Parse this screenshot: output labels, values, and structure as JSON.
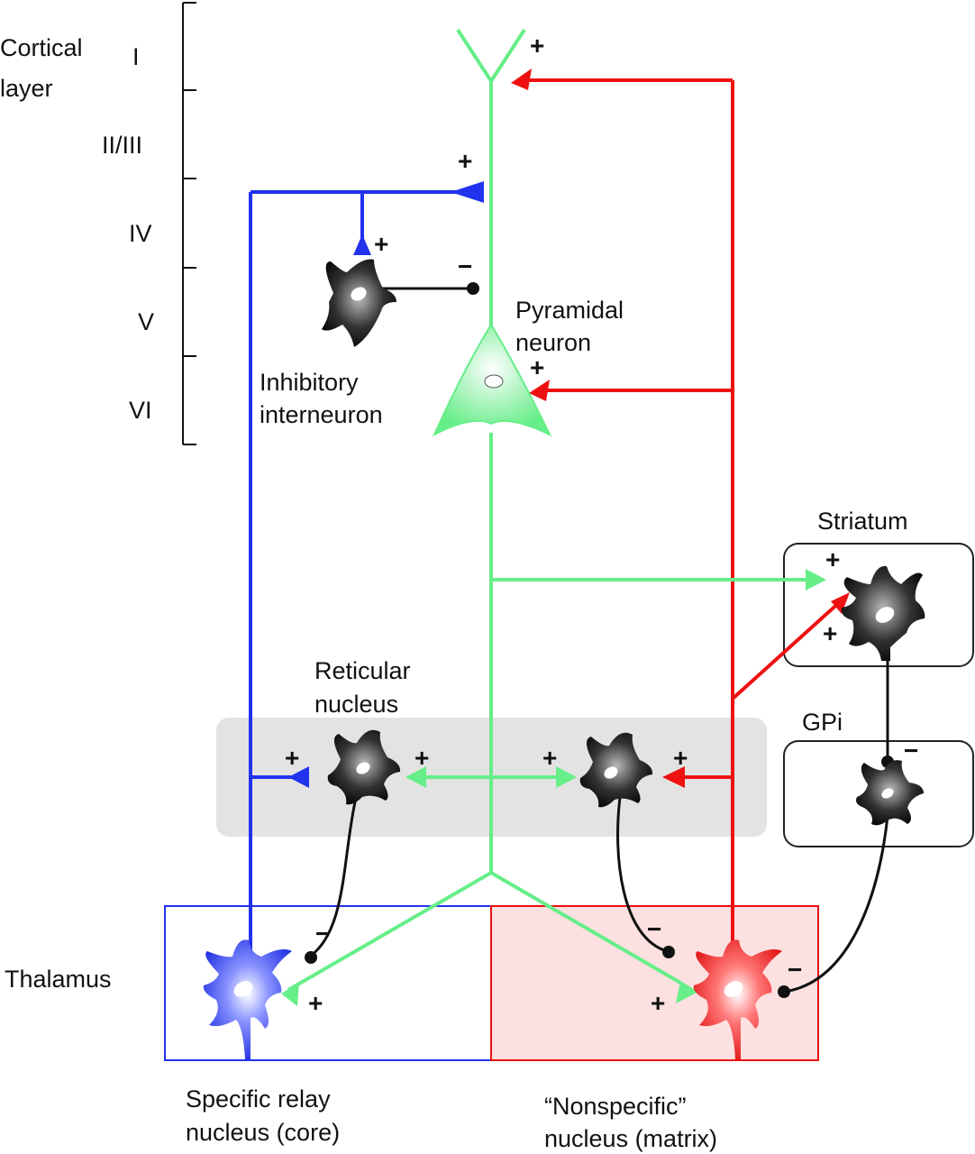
{
  "labels": {
    "cortical_line1": "Cortical",
    "cortical_line2": "layer",
    "layers": [
      "I",
      "II/III",
      "IV",
      "V",
      "VI"
    ],
    "pyramidal_line1": "Pyramidal",
    "pyramidal_line2": "neuron",
    "inhibitory_line1": "Inhibitory",
    "inhibitory_line2": "interneuron",
    "striatum": "Striatum",
    "gpi": "GPi",
    "reticular_line1": "Reticular",
    "reticular_line2": "nucleus",
    "thalamus": "Thalamus",
    "specific_line1": "Specific relay",
    "specific_line2": "nucleus (core)",
    "nonspecific_line1": "“Nonspecific”",
    "nonspecific_line2": "nucleus (matrix)"
  },
  "signs": {
    "excitatory": "+",
    "inhibitory": "−"
  },
  "colors": {
    "specific": "#2233ee",
    "nonspecific": "#ee1111",
    "pyramidal": "#66ee88",
    "neuron_dark": "#111111",
    "reticular_band": "#e3e3e3",
    "matrix_fill": "#fde0e0"
  }
}
